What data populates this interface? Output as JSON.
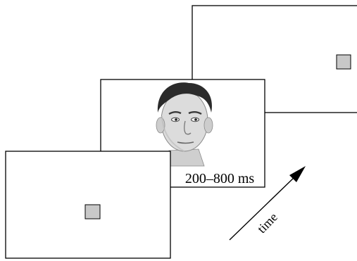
{
  "figure": {
    "title": "",
    "stimulus_label": "200–800 ms",
    "time_label": "time",
    "square_color": "#c8c8c8",
    "stroke_color": "#000000",
    "frames": [
      {
        "name": "fixation-frame",
        "content": "square"
      },
      {
        "name": "face-frame",
        "content": "face"
      },
      {
        "name": "response-frame",
        "content": "square"
      }
    ]
  }
}
